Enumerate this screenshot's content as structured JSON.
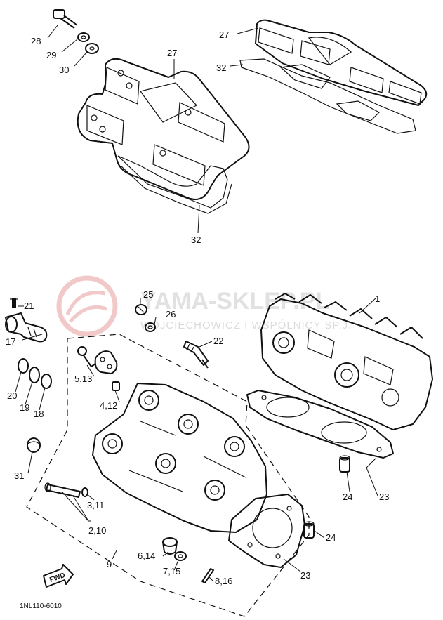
{
  "watermark": {
    "title": "YAMA-SKLEP.PL",
    "subtitle": "WOJCIECHOWICZ I WSPÓLNICY SP.J."
  },
  "diagram_code": "1NL110-6010",
  "fwd_label": "FWD",
  "callouts": {
    "c1": "1",
    "c17": "17",
    "c18": "18",
    "c19": "19",
    "c20": "20",
    "c21": "21",
    "c22": "22",
    "c23a": "23",
    "c23b": "23",
    "c24a": "24",
    "c24b": "24",
    "c25": "25",
    "c26": "26",
    "c27a": "27",
    "c27b": "27",
    "c28": "28",
    "c29": "29",
    "c30": "30",
    "c31": "31",
    "c32a": "32",
    "c32b": "32",
    "c9": "9",
    "c4_12": "4,12",
    "c5_13": "5,13",
    "c3_11": "3,11",
    "c2_10": "2,10",
    "c6_14": "6,14",
    "c7_15": "7,15",
    "c8_16": "8,16"
  }
}
